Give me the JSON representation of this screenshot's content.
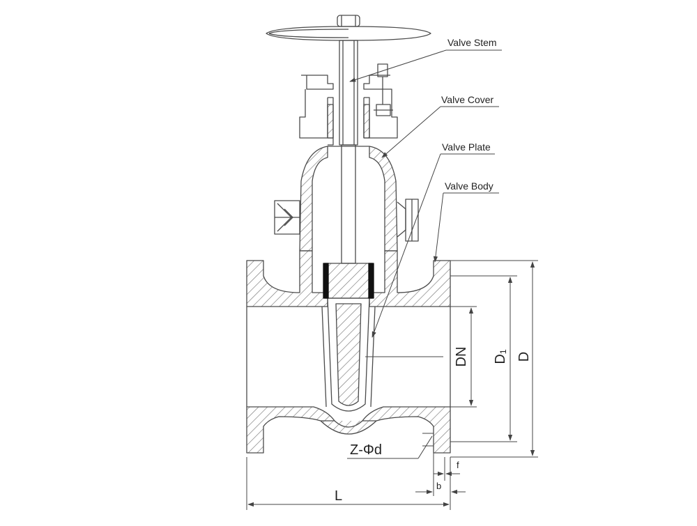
{
  "labels": {
    "valve_stem": "Valve Stem",
    "valve_cover": "Valve Cover",
    "valve_plate": "Valve Plate",
    "valve_body": "Valve Body"
  },
  "dimensions": {
    "dn": "DN",
    "d1": "D₁",
    "d": "D",
    "z_phi_d": "Z-Φd",
    "l": "L",
    "b": "b",
    "f": "f"
  },
  "colors": {
    "line": "#4a4a4a",
    "hatch": "#777777",
    "seal": "#111111"
  }
}
